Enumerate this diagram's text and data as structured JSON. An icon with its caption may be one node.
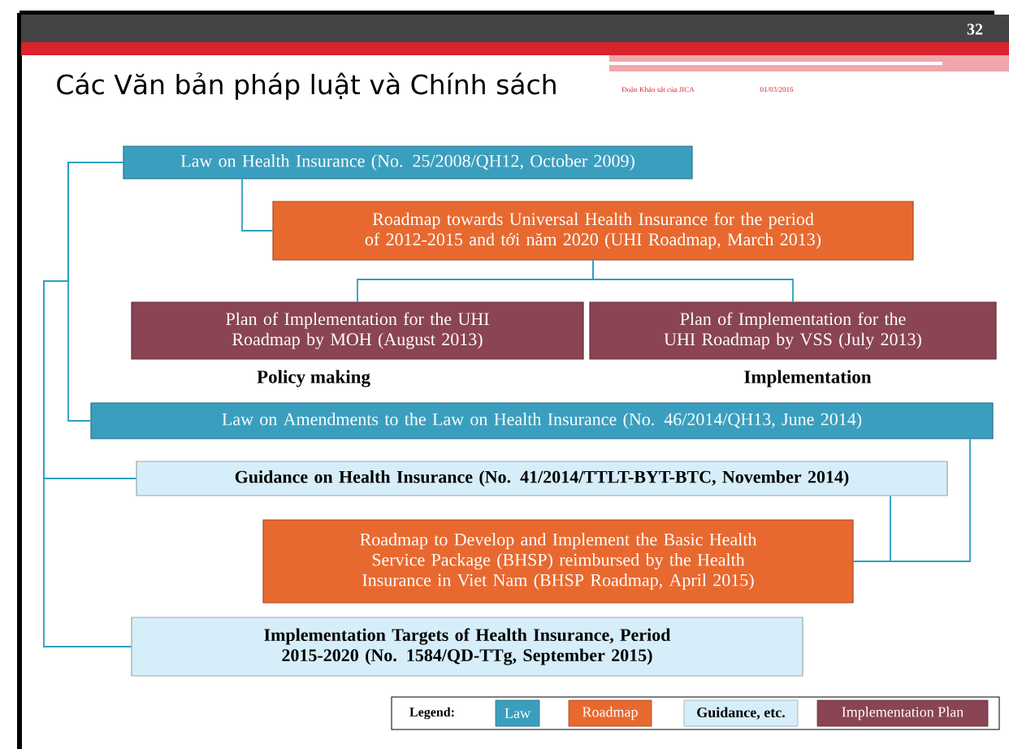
{
  "diagram": {
    "title": "Các Văn bản pháp luật và Chính sách",
    "nodes": [
      {
        "text": [
          "Law on Health Insurance (No. 25/2008/QH12, October 2009)"
        ]
      },
      {
        "text": [
          "Roadmap towards Universal Health Insurance for the period of 2012-2015 and tới năm 2020 (UHI Roadmap, March 2013)"
        ]
      },
      {
        "text": [
          "Plan of Implementation for the UHI Roadmap by MOH (August 2013)"
        ]
      },
      {
        "text": [
          "Plan of Implementation for the UHI Roadmap by VSS (July 2013)"
        ]
      },
      {
        "text": [
          "Law on Amendments to the Law on Health Insurance (No. 46/2014/QH13, June 2014)"
        ]
      },
      {
        "text": [
          "Guidance on Health Insurance (No. 41/2014/TTLT-BYT-BTC, November 2014)"
        ]
      },
      {
        "text": [
          "Roadmap to Develop and Implement the Basic Health Service Package (BHSP) reimbursed by the Health Insurance in Viet Nam (BHSP Roadmap, April 2015)"
        ]
      },
      {
        "text": [
          "Implementation Targets of Health Insurance, Period 2015-2020 (No. 1584/QD-TTg, September 2015)"
        ]
      }
    ],
    "edges": [
      {
        "from": 0,
        "to": 4,
        "arrow": "none"
      },
      {
        "from": 0,
        "to": 1,
        "arrow": "none"
      },
      {
        "from": 1,
        "to": 2,
        "arrow": "none"
      },
      {
        "from": 1,
        "to": 3,
        "arrow": "none"
      },
      {
        "from": 0,
        "to": 5,
        "arrow": "none"
      },
      {
        "from": 0,
        "to": 7,
        "arrow": "none"
      },
      {
        "from": 4,
        "to": 6,
        "arrow": "none"
      },
      {
        "from": 5,
        "to": 6,
        "arrow": "none"
      }
    ],
    "labels": [
      "32",
      "Đoàn Khảo sát của JICA",
      "01/03/2016",
      "Policy making",
      "Implementation",
      "Legend:"
    ],
    "legend": [
      {
        "text": "Law",
        "color": "#3a9fbf"
      },
      {
        "text": "Roadmap",
        "color": "#e8692f"
      },
      {
        "text": "Guidance, etc.",
        "color": "#d6eefa"
      },
      {
        "text": "Implementation Plan",
        "color": "#8a4453"
      }
    ]
  }
}
